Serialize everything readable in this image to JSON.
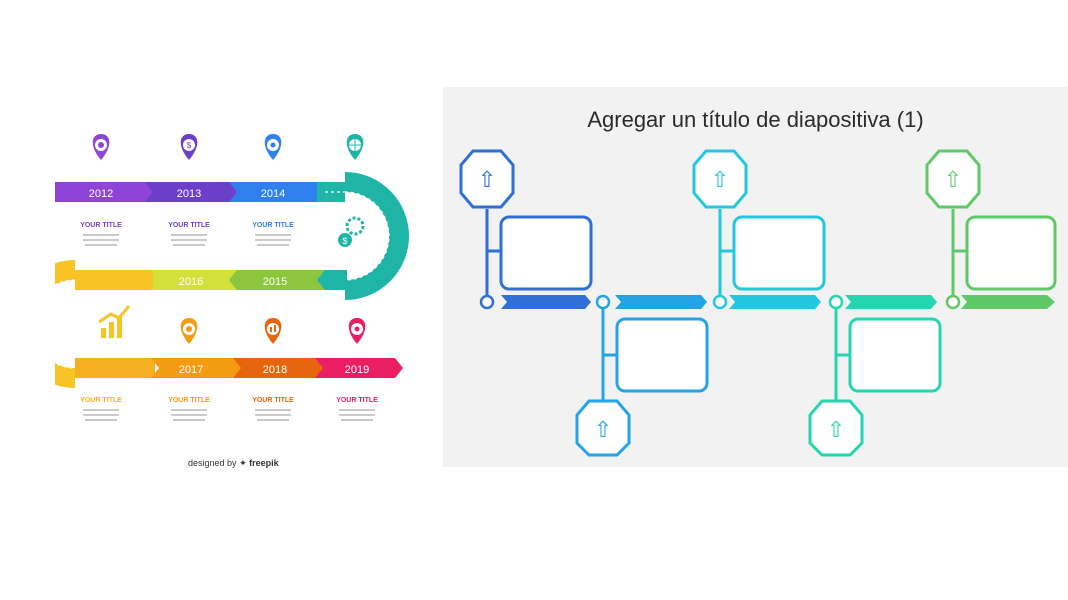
{
  "left_infographic": {
    "years_top": [
      "2012",
      "2013",
      "2014"
    ],
    "years_mid": [
      "2016",
      "2015"
    ],
    "years_bottom": [
      "2017",
      "2018",
      "2019"
    ],
    "item_title": "YOUR TITLE",
    "credit_prefix": "designed by",
    "credit_brand": "freepik",
    "colors": {
      "violet": "#8e44d6",
      "purple": "#6c3fc9",
      "blue": "#2f80ed",
      "teal": "#1fb5a6",
      "green": "#8cc63f",
      "yellow": "#f7c325",
      "orange": "#f39c12",
      "dark_orange": "#e8650f",
      "pink": "#e91e63"
    },
    "icons": [
      "lightbulb-pin-icon",
      "dollar-pin-icon",
      "gear-pin-icon",
      "globe-pin-icon",
      "money-gear-icon",
      "growth-chart-icon",
      "target-pin-icon",
      "chart-pin-icon",
      "puzzle-pin-icon"
    ]
  },
  "right_slide": {
    "title": "Agregar un título de diapositiva (1)",
    "colors": [
      "#2f6fd6",
      "#24a3e6",
      "#23c7e0",
      "#24d6b0",
      "#5fc96a"
    ],
    "icon": "rocket-icon"
  }
}
